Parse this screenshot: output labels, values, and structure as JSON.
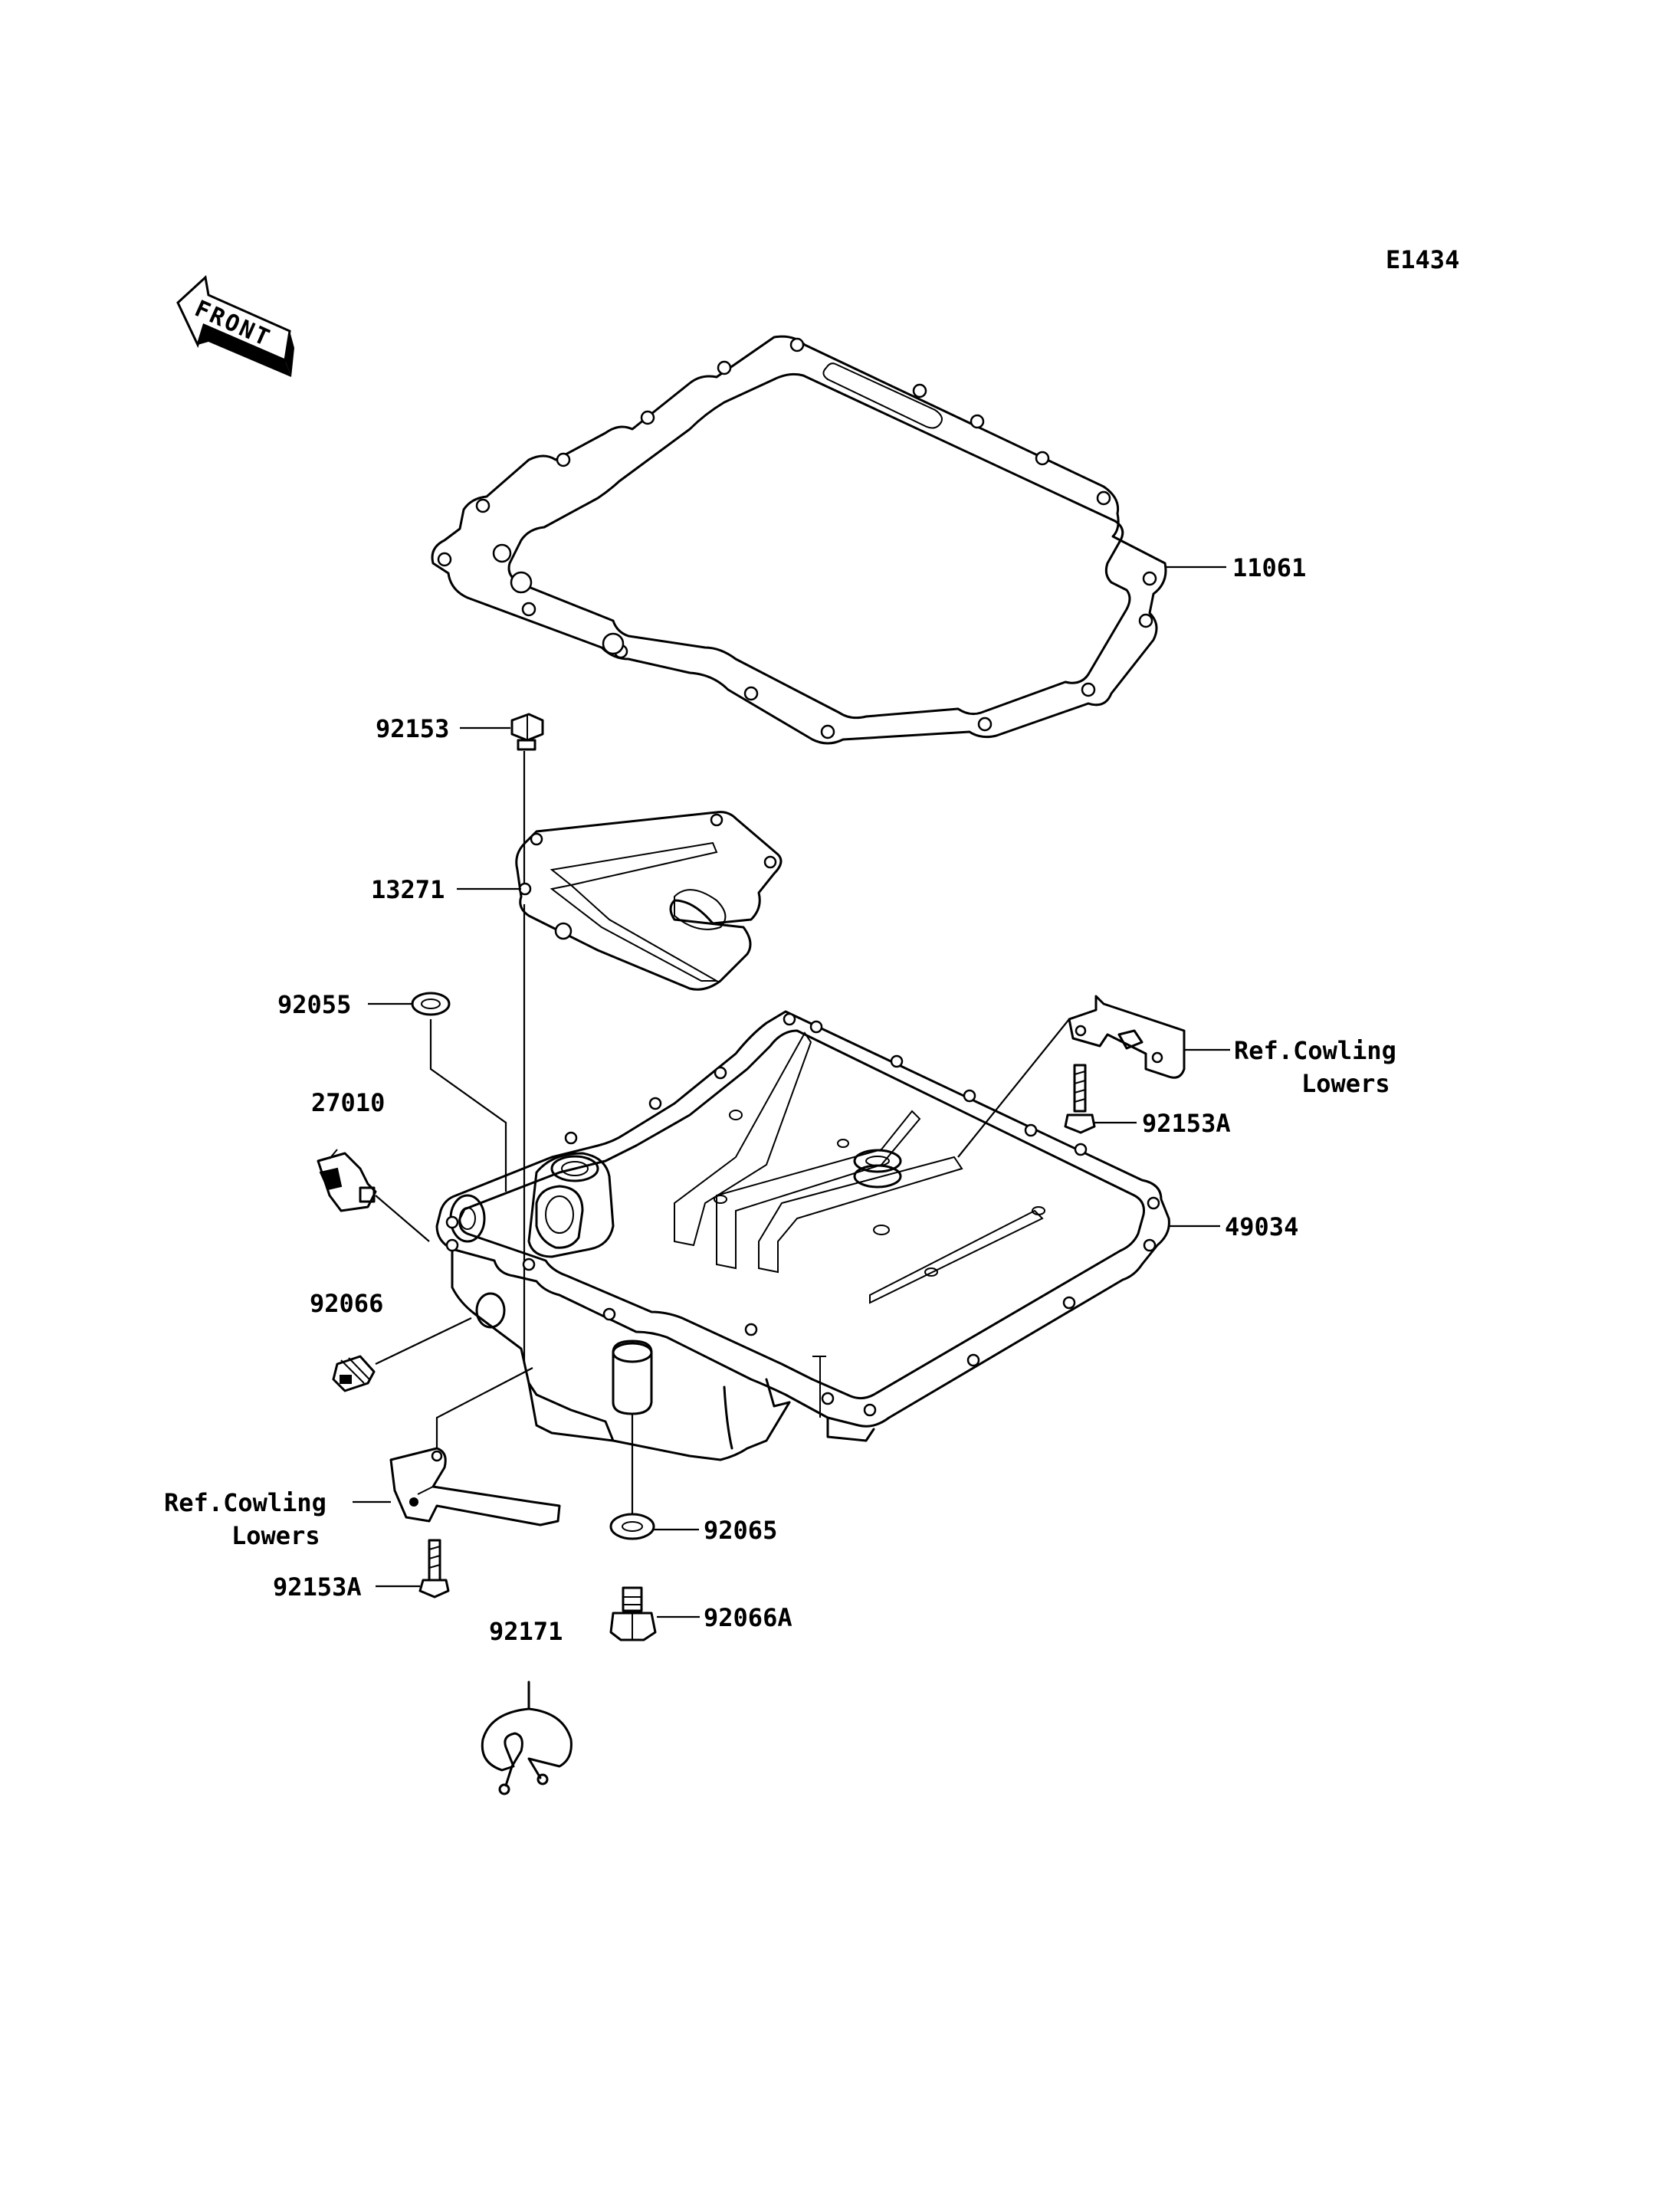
{
  "diagram_code": "E1434",
  "front_label": "FRONT",
  "parts": {
    "p11061": "11061",
    "p92153": "92153",
    "p13271": "13271",
    "p92055": "92055",
    "p27010": "27010",
    "p92066": "92066",
    "p92153A_right": "92153A",
    "p49034": "49034",
    "p92153A_left": "92153A",
    "p92065": "92065",
    "p92066A": "92066A",
    "p92171": "92171"
  },
  "refs": {
    "right_line1": "Ref.Cowling",
    "right_line2": "Lowers",
    "left_line1": "Ref.Cowling",
    "left_line2": "Lowers"
  }
}
